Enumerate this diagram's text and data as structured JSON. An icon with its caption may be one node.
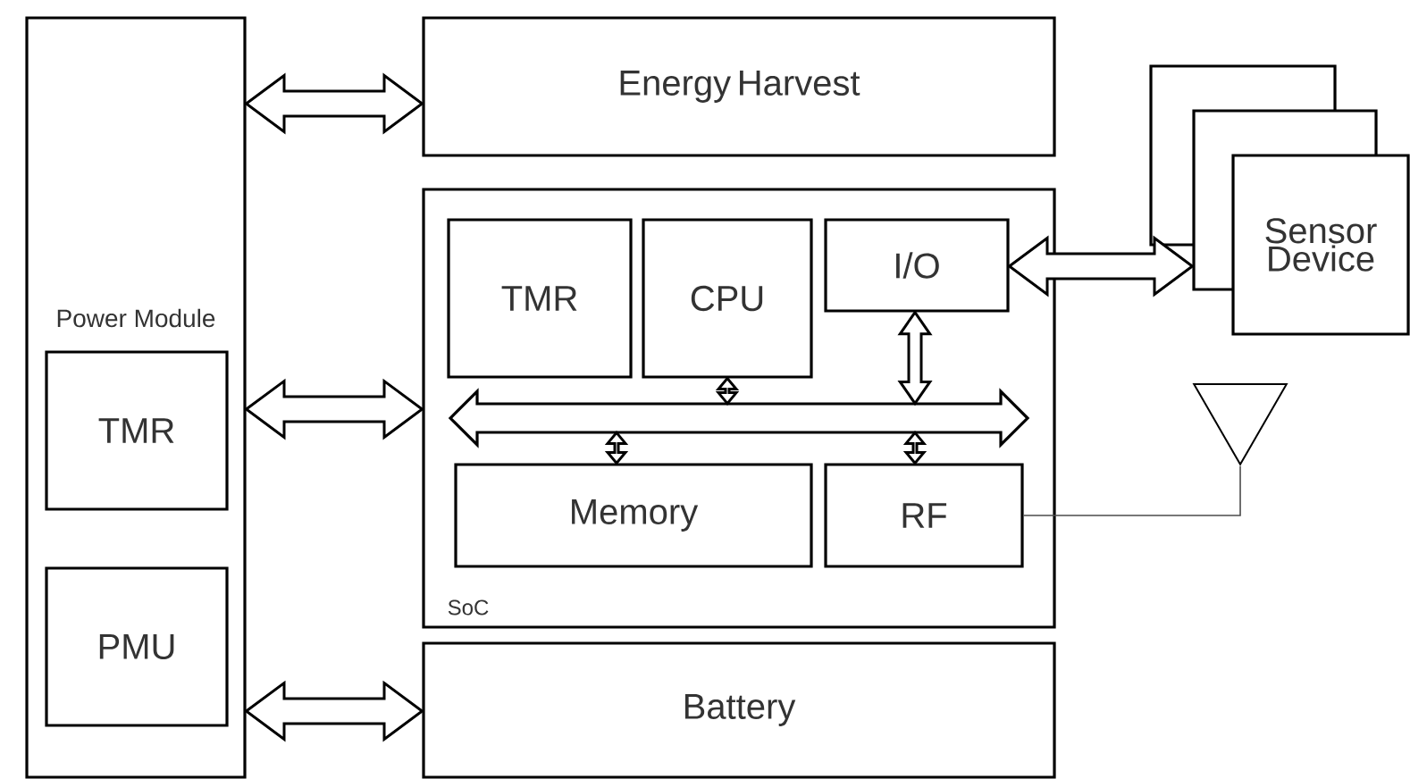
{
  "diagram": {
    "nodes": [
      {
        "text": [
          "Power Module"
        ]
      },
      {
        "text": [
          "TMR"
        ],
        "in": 0
      },
      {
        "text": [
          "PMU"
        ],
        "in": 0
      },
      {
        "text": [
          "Energy Harvest"
        ]
      },
      {
        "text": [
          "SoC"
        ]
      },
      {
        "text": [
          "TMR"
        ],
        "in": 4
      },
      {
        "text": [
          "CPU"
        ],
        "in": 4
      },
      {
        "text": [
          "I/O"
        ],
        "in": 4
      },
      {
        "text": [
          "Memory"
        ],
        "in": 4
      },
      {
        "text": [
          "RF"
        ],
        "in": 4
      },
      {
        "text": [],
        "shape": "bar",
        "in": 4
      },
      {
        "text": [],
        "shape": "box"
      },
      {
        "text": [],
        "shape": "box"
      },
      {
        "text": [
          "Sensor Device"
        ]
      },
      {
        "text": [],
        "shape": "triangle"
      },
      {
        "text": [
          "Battery"
        ]
      }
    ],
    "edges": [
      {
        "from": 0,
        "to": 3,
        "arrow": "both",
        "style": "thick"
      },
      {
        "from": 0,
        "to": 4,
        "arrow": "both",
        "style": "thick"
      },
      {
        "from": 0,
        "to": 15,
        "arrow": "both",
        "style": "thick"
      },
      {
        "from": 7,
        "to": 12,
        "arrow": "both",
        "style": "thick"
      },
      {
        "from": 10,
        "to": 6,
        "arrow": "both"
      },
      {
        "from": 10,
        "to": 7,
        "arrow": "both",
        "style": "thick"
      },
      {
        "from": 10,
        "to": 8,
        "arrow": "both"
      },
      {
        "from": 10,
        "to": 9,
        "arrow": "both"
      },
      {
        "from": 9,
        "to": 14,
        "arrow": "none",
        "color": "#4c4c4c"
      }
    ]
  }
}
